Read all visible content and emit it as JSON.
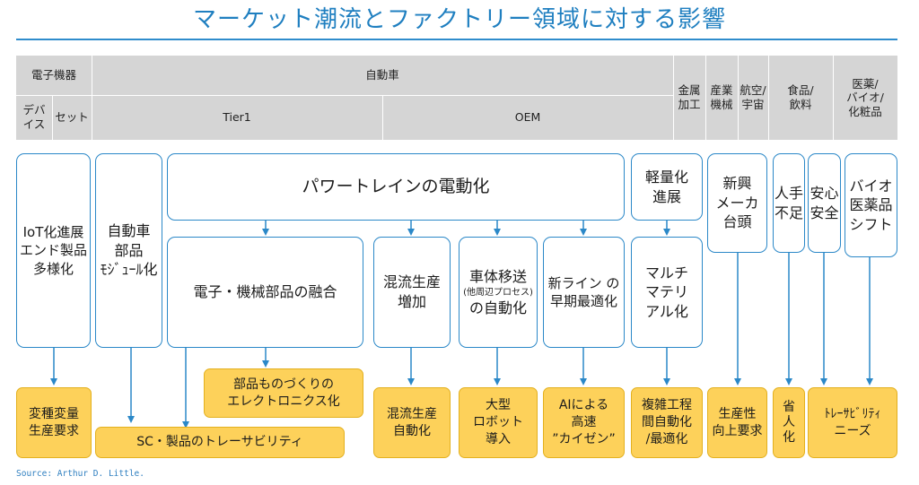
{
  "title": "マーケット潮流とファクトリー領域に対する影響",
  "source": "Source: Arthur D. Little.",
  "header": {
    "electronics": "電子機器",
    "automotive": "自動車",
    "device": "デバ\nイス",
    "set": "セット",
    "tier1": "Tier1",
    "oem": "OEM",
    "metal": "金属\n加工",
    "industrial_machinery": "産業\n機械",
    "aerospace": "航空/\n宇宙",
    "food": "食品/\n飲料",
    "pharma": "医薬/\nバイオ/\n化粧品"
  },
  "trends": {
    "iot": "IoT化進展\nエンド製品\n多様化",
    "auto_parts": "自動車\n部品\nﾓｼﾞｭｰﾙ化",
    "powertrain": "パワートレインの電動化",
    "fusion": "電子・機械部品の融合",
    "mixed": "混流生産\n増加",
    "transport_main": "車体移送",
    "transport_sub": "(他周辺プロセス)",
    "transport_tail": "の自動化",
    "new_line": "新ライン の\n早期最適化",
    "lightweight": "軽量化\n進展",
    "multi_material": "マルチ\nマテリ\nアル化",
    "new_maker": "新興\nメーカ\n台頭",
    "labor": "人手\n不足",
    "safety": "安心\n安全",
    "bio": "バイオ\n医薬品\nシフト"
  },
  "impacts": {
    "variety": "変種変量\n生産要求",
    "electronics_parts": "部品ものづくりの\nエレクトロニクス化",
    "sc_trace": "SC・製品のトレーサビリティ",
    "mixed_auto": "混流生産\n自動化",
    "robot": "大型\nロボット\n導入",
    "ai": "AIによる\n高速\n”カイゼン”",
    "complex": "複雑工程\n間自動化\n/最適化",
    "productivity": "生産性\n向上要求",
    "labor_saving": "省\n人\n化",
    "traceability": "ﾄﾚｰｻﾋﾞﾘﾃｨ\nニーズ"
  },
  "colors": {
    "accent_blue": "#2b88c8",
    "impact_yellow": "#fdd15a",
    "header_gray": "#d5d5d5"
  }
}
